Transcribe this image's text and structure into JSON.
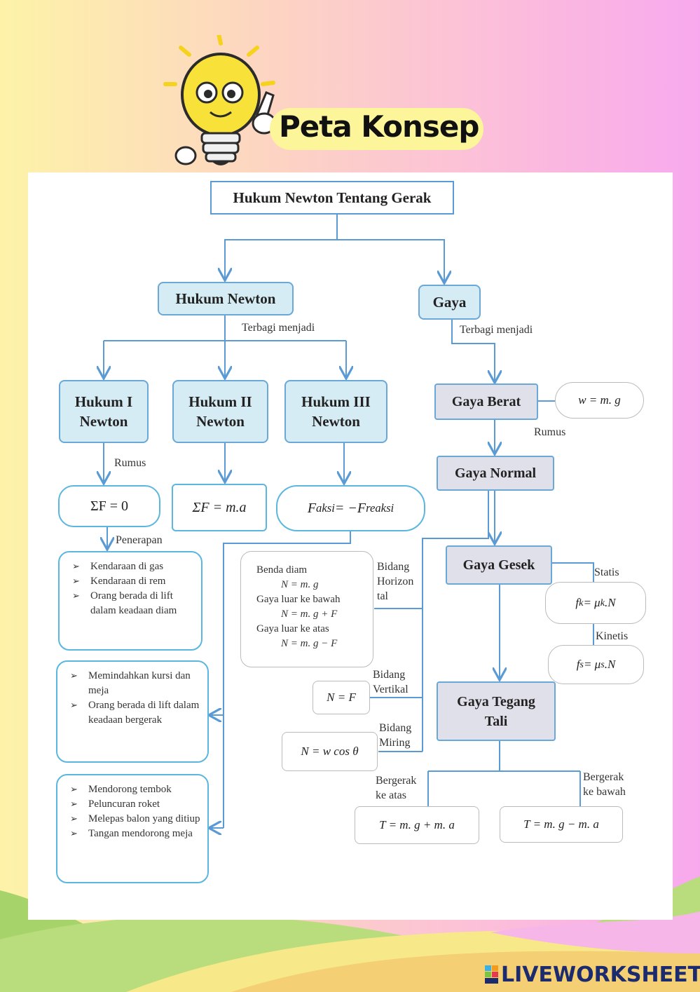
{
  "header": {
    "title": "Peta Konsep",
    "mascot_icon": "lightbulb-mascot-icon"
  },
  "colors": {
    "box_blue": "#d6ecf4",
    "box_grey": "#e0e0ea",
    "border_blue": "#6aa8d8",
    "arrow": "#5b9bd5"
  },
  "diagram": {
    "root": "Hukum Newton Tentang Gerak",
    "hukum_newton": "Hukum Newton",
    "gaya": "Gaya",
    "terbagi_left": "Terbagi menjadi",
    "terbagi_right": "Terbagi menjadi",
    "hukum1_l1": "Hukum I",
    "hukum1_l2": "Newton",
    "hukum2_l1": "Hukum II",
    "hukum2_l2": "Newton",
    "hukum3_l1": "Hukum III",
    "hukum3_l2": "Newton",
    "rumus_left": "Rumus",
    "f1": "ΣF = 0",
    "f2": "ΣF = m.a",
    "f3_main": "F",
    "f3_sub1": "aksi",
    "f3_mid": " = −F",
    "f3_sub2": "reaksi",
    "penerapan": "Penerapan",
    "list1": [
      "Kendaraan di gas",
      "Kendaraan di rem",
      "Orang berada di lift dalam keadaan diam"
    ],
    "list2": [
      "Memindahkan kursi dan meja",
      "Orang berada di lift dalam keadaan bergerak"
    ],
    "list3": [
      "Mendorong tembok",
      "Peluncuran roket",
      "Melepas balon yang ditiup",
      "Tangan mendorong meja"
    ],
    "gaya_berat": "Gaya Berat",
    "w_formula": "w = m. g",
    "rumus_right": "Rumus",
    "gaya_normal": "Gaya Normal",
    "gaya_gesek": "Gaya Gesek",
    "statis": "Statis",
    "fk": "f",
    "fk_sub": "k",
    "fk_rest": " = μ",
    "fk_mu_sub": "k",
    "fk_end": ".N",
    "kinetis": "Kinetis",
    "fs": "f",
    "fs_sub": "s",
    "fs_rest": " = μ",
    "fs_mu_sub": "s",
    "fs_end": ".N",
    "gaya_tegang_l1": "Gaya Tegang",
    "gaya_tegang_l2": "Tali",
    "bidang_h_l1": "Bidang",
    "bidang_h_l2": "Horizon",
    "bidang_h_l3": "tal",
    "normal_box": {
      "l1": "Benda diam",
      "l2": "N = m. g",
      "l3": "Gaya luar ke bawah",
      "l4": "N = m. g + F",
      "l5": "Gaya luar ke atas",
      "l6": "N = m. g − F"
    },
    "bidang_v_l1": "Bidang",
    "bidang_v_l2": "Vertikal",
    "nf": "N = F",
    "bidang_m_l1": "Bidang",
    "bidang_m_l2": "Miring",
    "nw": "N = w cos θ",
    "naik_l1": "Bergerak",
    "naik_l2": "ke atas",
    "turun_l1": "Bergerak",
    "turun_l2": "ke bawah",
    "t_up": "T = m. g + m. a",
    "t_down": "T = m. g − m. a"
  },
  "footer": {
    "brand": "LIVEWORKSHEETS"
  }
}
